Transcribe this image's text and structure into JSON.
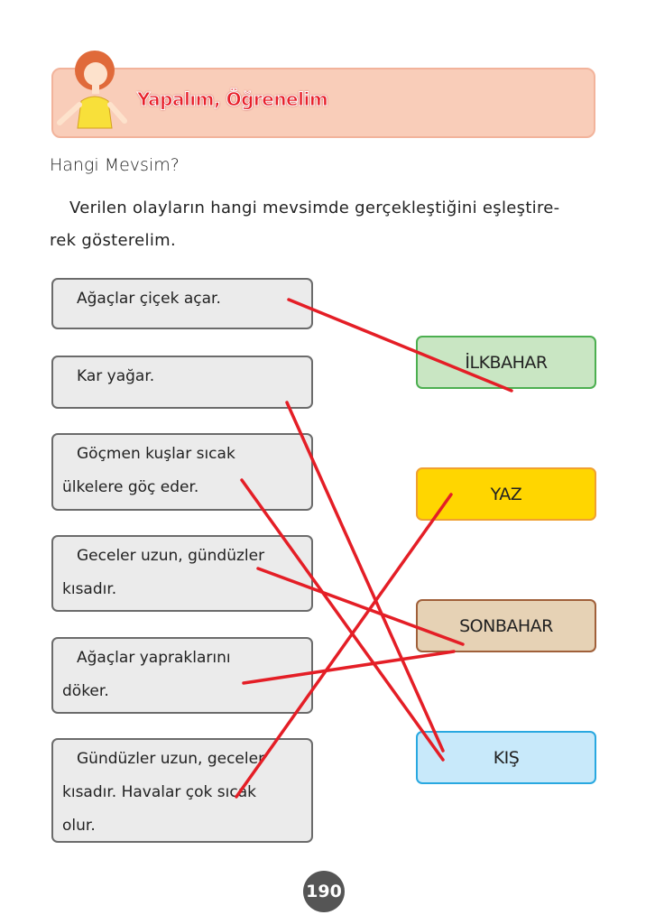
{
  "banner": {
    "title": "Yapalım, Öğrenelim"
  },
  "heading": "Hangi Mevsim?",
  "instruction": "Verilen olayların hangi mevsimde gerçekleştiğini eşleştire- rek gösterelim.",
  "events": [
    {
      "lines": [
        "Ağaçlar çiçek açar."
      ]
    },
    {
      "lines": [
        "Kar yağar."
      ]
    },
    {
      "lines": [
        "Göçmen kuşlar sıcak",
        "ülkelere göç eder."
      ]
    },
    {
      "lines": [
        "Geceler uzun, gündüzler",
        "kısadır."
      ]
    },
    {
      "lines": [
        "Ağaçlar yapraklarını",
        "döker."
      ]
    },
    {
      "lines": [
        "Gündüzler uzun, geceler",
        "kısadır. Havalar çok sıcak",
        "olur."
      ]
    }
  ],
  "seasons": [
    {
      "label": "İLKBAHAR",
      "bg": "#c9e6c3",
      "border": "#4caf50"
    },
    {
      "label": "YAZ",
      "bg": "#ffd600",
      "border": "#f0a030"
    },
    {
      "label": "SONBAHAR",
      "bg": "#e6d2b5",
      "border": "#a0603a"
    },
    {
      "label": "KIŞ",
      "bg": "#c8e9fa",
      "border": "#29a8e0"
    }
  ],
  "matches": [
    {
      "event": 1,
      "season": "İLKBAHAR"
    },
    {
      "event": 2,
      "season": "KIŞ"
    },
    {
      "event": 3,
      "season": "KIŞ"
    },
    {
      "event": 4,
      "season": "SONBAHAR"
    },
    {
      "event": 5,
      "season": "SONBAHAR"
    },
    {
      "event": 6,
      "season": "YAZ"
    }
  ],
  "line_color": "#e41e26",
  "page_number": "190"
}
